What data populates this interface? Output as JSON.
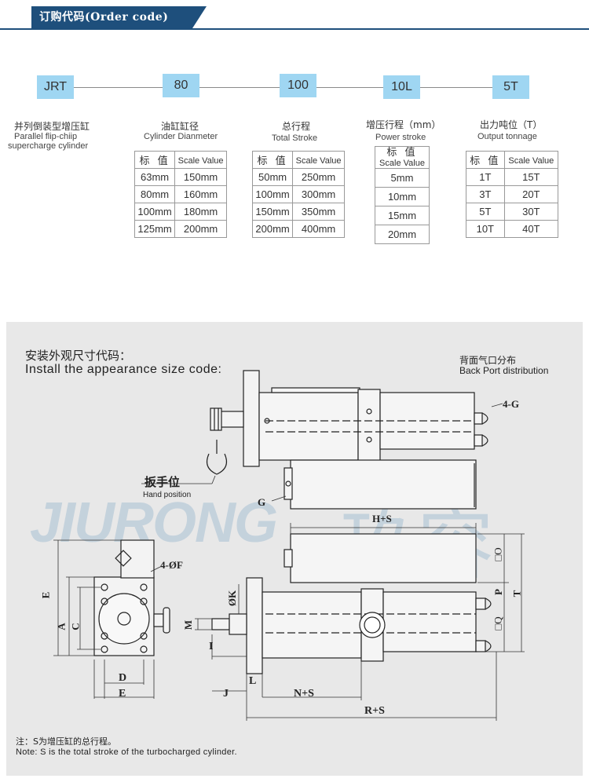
{
  "header": {
    "title": "订购代码(Order code)"
  },
  "order_code": {
    "codes": [
      "JRT",
      "80",
      "100",
      "10L",
      "5T"
    ],
    "labels": [
      {
        "cn": "并列倒装型增压缸",
        "en": [
          "Parallel flip-chiip",
          "supercharge cylinder"
        ]
      },
      {
        "cn": "油缸缸径",
        "en": [
          "Cylinder Dianmeter"
        ]
      },
      {
        "cn": "总行程",
        "en": [
          "Total  Stroke"
        ]
      },
      {
        "cn": "增压行程（mm）",
        "en": [
          "Power stroke"
        ]
      },
      {
        "cn": "出力吨位（T）",
        "en": [
          "Output  tonnage"
        ]
      }
    ],
    "table_header": {
      "cn": "标 值",
      "en": "Scale Value"
    },
    "tables": {
      "diameter": [
        [
          "63mm",
          "150mm"
        ],
        [
          "80mm",
          "160mm"
        ],
        [
          "100mm",
          "180mm"
        ],
        [
          "125mm",
          "200mm"
        ]
      ],
      "total_stroke": [
        [
          "50mm",
          "250mm"
        ],
        [
          "100mm",
          "300mm"
        ],
        [
          "150mm",
          "350mm"
        ],
        [
          "200mm",
          "400mm"
        ]
      ],
      "power_stroke": [
        "5mm",
        "10mm",
        "15mm",
        "20mm"
      ],
      "tonnage": [
        [
          "1T",
          "15T"
        ],
        [
          "3T",
          "20T"
        ],
        [
          "5T",
          "30T"
        ],
        [
          "10T",
          "40T"
        ]
      ]
    }
  },
  "install": {
    "title_cn": "安装外观尺寸代码：",
    "title_en": "Install the appearance size code:",
    "back_port_cn": "背面气口分布",
    "back_port_en": "Back Port distribution",
    "hand_position_cn": "扳手位",
    "hand_position_en": "Hand position",
    "watermark_latin": "JIURONG",
    "watermark_cn": "玖容",
    "dims": {
      "four_g": "4-G",
      "g": "G",
      "hs": "H+S",
      "o": "□O",
      "p": "P",
      "t": "T",
      "q": "□Q",
      "phik": "ØK",
      "m": "M",
      "i": "I",
      "l": "L",
      "j": "J",
      "ns": "N+S",
      "rs": "R+S",
      "e_left": "E",
      "a": "A",
      "c": "C",
      "four_f": "4-ØF",
      "d": "D",
      "e_bottom": "E"
    },
    "note_cn": "注：S为增压缸的总行程。",
    "note_en": "Note: S is the total stroke of the turbocharged cylinder."
  }
}
